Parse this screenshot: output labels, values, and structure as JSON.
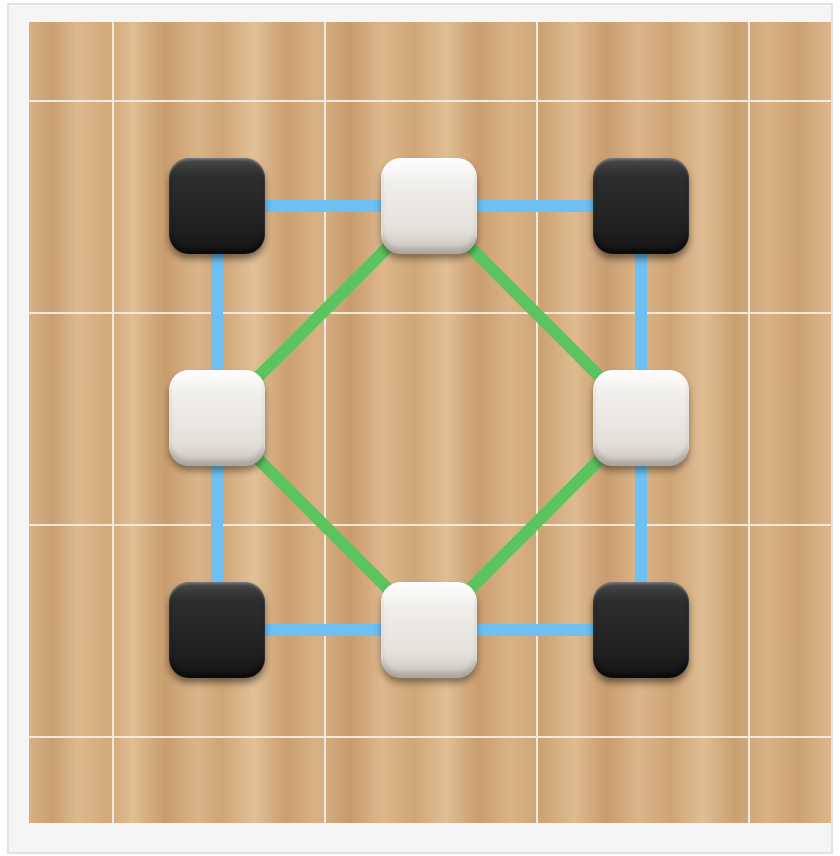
{
  "board": {
    "grid_lines": true,
    "colors": {
      "wood_light": "#d9b48a",
      "wood_dark": "#c79a6c",
      "grid_line": "#f3e8dc",
      "outer_square_edge": "#6ec0f2",
      "inner_diamond_edge": "#5bc45f",
      "black_piece": "#222222",
      "white_piece": "#ede9e3"
    },
    "pieces": [
      {
        "id": "top-left",
        "color": "black"
      },
      {
        "id": "top-center",
        "color": "white"
      },
      {
        "id": "top-right",
        "color": "black"
      },
      {
        "id": "middle-left",
        "color": "white"
      },
      {
        "id": "middle-right",
        "color": "white"
      },
      {
        "id": "bottom-left",
        "color": "black"
      },
      {
        "id": "bottom-center",
        "color": "white"
      },
      {
        "id": "bottom-right",
        "color": "black"
      }
    ],
    "connections": [
      {
        "from": "top-left",
        "to": "top-center",
        "kind": "outer_square_edge"
      },
      {
        "from": "top-center",
        "to": "top-right",
        "kind": "outer_square_edge"
      },
      {
        "from": "top-right",
        "to": "middle-right",
        "kind": "outer_square_edge"
      },
      {
        "from": "middle-right",
        "to": "bottom-right",
        "kind": "outer_square_edge"
      },
      {
        "from": "bottom-right",
        "to": "bottom-center",
        "kind": "outer_square_edge"
      },
      {
        "from": "bottom-center",
        "to": "bottom-left",
        "kind": "outer_square_edge"
      },
      {
        "from": "bottom-left",
        "to": "middle-left",
        "kind": "outer_square_edge"
      },
      {
        "from": "middle-left",
        "to": "top-left",
        "kind": "outer_square_edge"
      },
      {
        "from": "top-center",
        "to": "middle-right",
        "kind": "inner_diamond_edge"
      },
      {
        "from": "middle-right",
        "to": "bottom-center",
        "kind": "inner_diamond_edge"
      },
      {
        "from": "bottom-center",
        "to": "middle-left",
        "kind": "inner_diamond_edge"
      },
      {
        "from": "middle-left",
        "to": "top-center",
        "kind": "inner_diamond_edge"
      }
    ]
  }
}
